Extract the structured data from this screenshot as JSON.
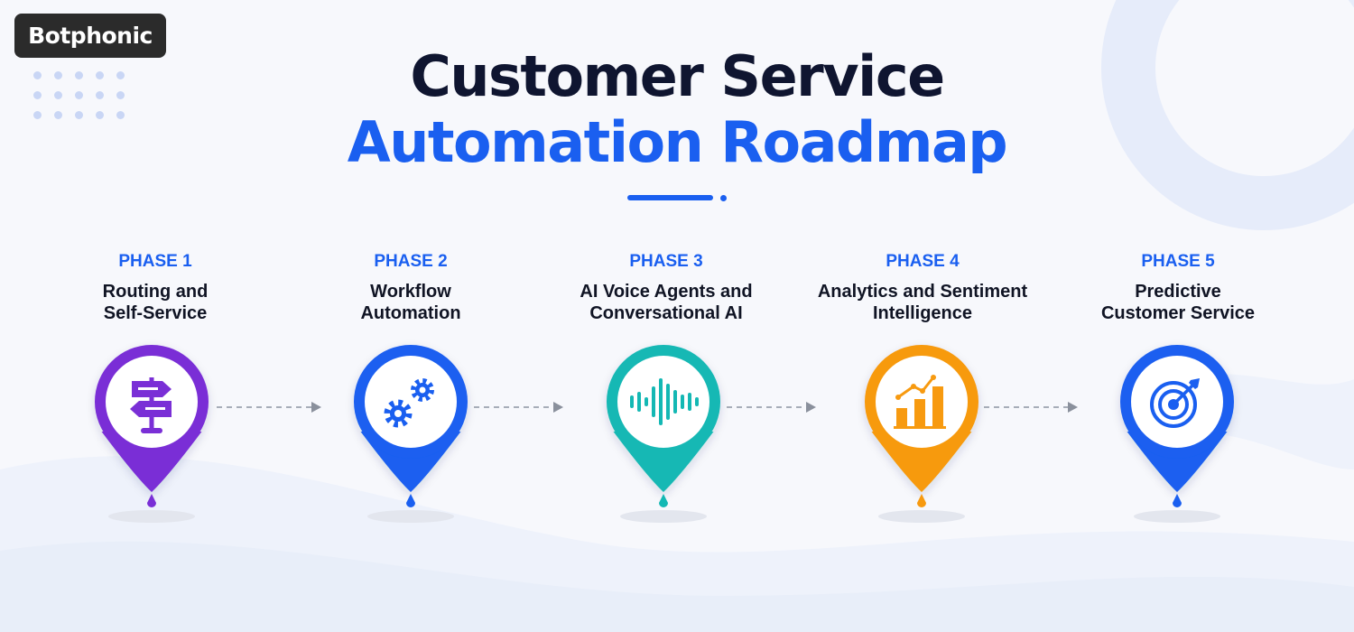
{
  "brand": {
    "logo_text": "Botphonic",
    "accent_color": "#ff6a2b"
  },
  "title": {
    "line1": "Customer Service",
    "line2": "Automation Roadmap"
  },
  "colors": {
    "heading": "#0f1530",
    "blue": "#1a5ff0",
    "purple": "#7a2fd6",
    "teal": "#14b8b4",
    "orange": "#f79a10"
  },
  "phases": [
    {
      "label": "PHASE 1",
      "title_line1": "Routing and",
      "title_line2": "Self-Service",
      "color": "#7a2fd6",
      "icon": "signpost-icon"
    },
    {
      "label": "PHASE 2",
      "title_line1": "Workflow",
      "title_line2": "Automation",
      "color": "#1a5ff0",
      "icon": "gears-icon"
    },
    {
      "label": "PHASE 3",
      "title_line1": "AI Voice Agents and",
      "title_line2": "Conversational AI",
      "color": "#14b8b4",
      "icon": "sound-wave-icon"
    },
    {
      "label": "PHASE 4",
      "title_line1": "Analytics and Sentiment",
      "title_line2": "Intelligence",
      "color": "#f79a10",
      "icon": "bar-chart-trend-icon"
    },
    {
      "label": "PHASE 5",
      "title_line1": "Predictive",
      "title_line2": "Customer Service",
      "color": "#1a5ff0",
      "icon": "target-icon"
    }
  ]
}
